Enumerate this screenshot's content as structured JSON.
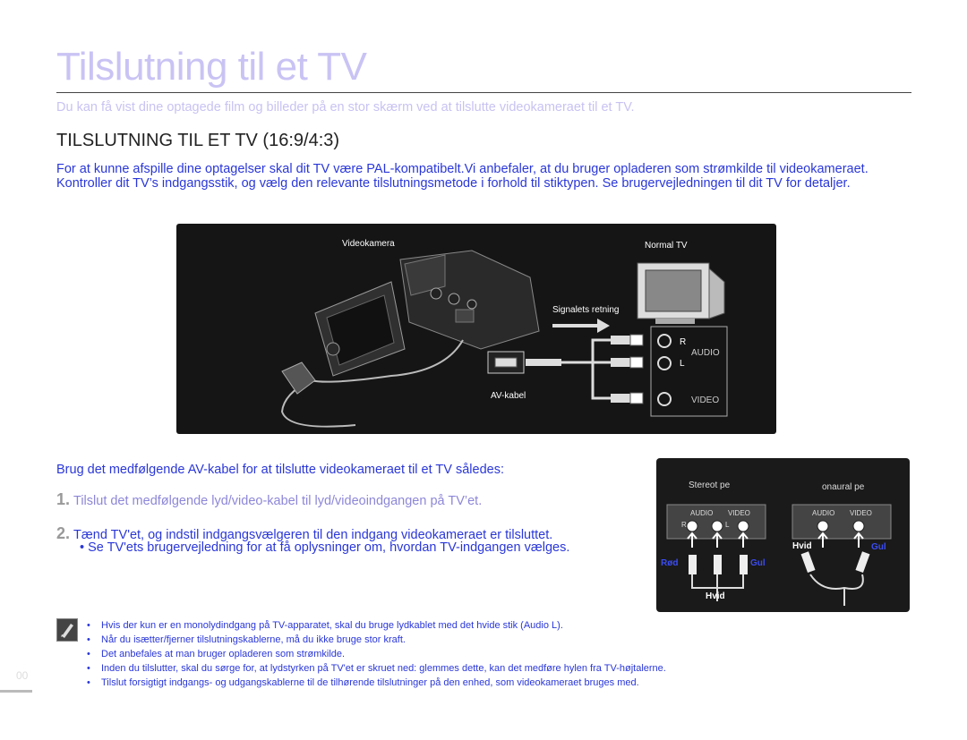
{
  "header": {
    "title": "Tilslutning til et TV",
    "intro": "Du kan få vist dine optagede film og billeder på en stor skærm ved at tilslutte videokameraet til et TV."
  },
  "section": {
    "heading": "TILSLUTNING TIL ET TV (16:9/4:3)",
    "body": "For at kunne afspille dine optagelser skal dit TV være PAL-kompatibelt.Vi anbefaler, at du bruger opladeren som strømkilde til videokameraet. Kontroller dit TV’s indgangsstik, og vælg den relevante tilslutningsmetode i forhold til stiktypen. Se brugervejledningen til dit TV for detaljer."
  },
  "diagram": {
    "camcorder_label": "Videokamera",
    "tv_label": "Normal TV",
    "signal_label": "Signalets retning",
    "cable_label": "AV-kabel",
    "r_label": "R",
    "audio_label": "AUDIO",
    "l_label": "L",
    "video_label": "VIDEO"
  },
  "instructions": {
    "intro": "Brug det medfølgende AV-kabel for at tilslutte videokameraet til et TV således:",
    "step1_num": "1.",
    "step1": "Tilslut det medfølgende lyd/video-kabel til lyd/videoindgangen på TV’et.",
    "step2_num": "2.",
    "step2": "Tænd TV'et, og indstil indgangsvælgeren til den indgang videokameraet er tilsluttet.",
    "sub_bullet": "•  Se TV'ets brugervejledning for at få oplysninger om, hvordan TV-indgangen vælges."
  },
  "mini_diagram": {
    "stereo_label": "Stereot  pe",
    "mono_label": "onaural   pe",
    "audio": "AUDIO",
    "video": "VIDEO",
    "r": "R",
    "l": "L",
    "hvid_right": "Hvid",
    "gul_right": "Gul",
    "rod": "Rød",
    "gul_left": "Gul",
    "hvid_bottom": "Hvid"
  },
  "notes": [
    "Hvis der kun er en monolydindgang på TV-apparatet, skal du bruge lydkablet med det hvide stik (Audio L).",
    "Når du isætter/fjerner tilslutningskablerne, må du ikke bruge stor kraft.",
    "Det anbefales at man bruger opladeren som strømkilde.",
    "Inden du tilslutter, skal du sørge for, at lydstyrken på TV'et er skruet ned: glemmes dette, kan det medføre hylen fra TV-højtalerne.",
    "Tilslut forsigtigt indgangs- og udgangskablerne til de tilhørende tilslutninger på den enhed, som videokameraet bruges med."
  ],
  "footer": {
    "page_number": "00"
  },
  "colors": {
    "title": "#c9c3f4",
    "body_blue": "#2a37d8",
    "step_light": "#8d87d8",
    "diagram_bg": "#151515",
    "mini_blue": "#3b4cf0"
  },
  "icons": {
    "note": "note-pencil-icon"
  }
}
